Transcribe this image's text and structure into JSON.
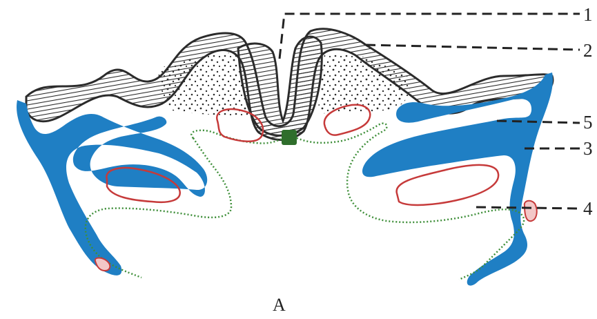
{
  "panel_label": "A",
  "callouts": [
    {
      "id": "1",
      "label": "1"
    },
    {
      "id": "2",
      "label": "2"
    },
    {
      "id": "5",
      "label": "5"
    },
    {
      "id": "3",
      "label": "3"
    },
    {
      "id": "4",
      "label": "4"
    }
  ],
  "colors": {
    "ectoderm_outline": "#2b2b2b",
    "mesenchyme_dots": "#2b2b2b",
    "blue_layer": "#1f7fc4",
    "endoderm_green": "#3f8f3a",
    "vessel_red": "#c63a3a",
    "background": "#ffffff"
  }
}
